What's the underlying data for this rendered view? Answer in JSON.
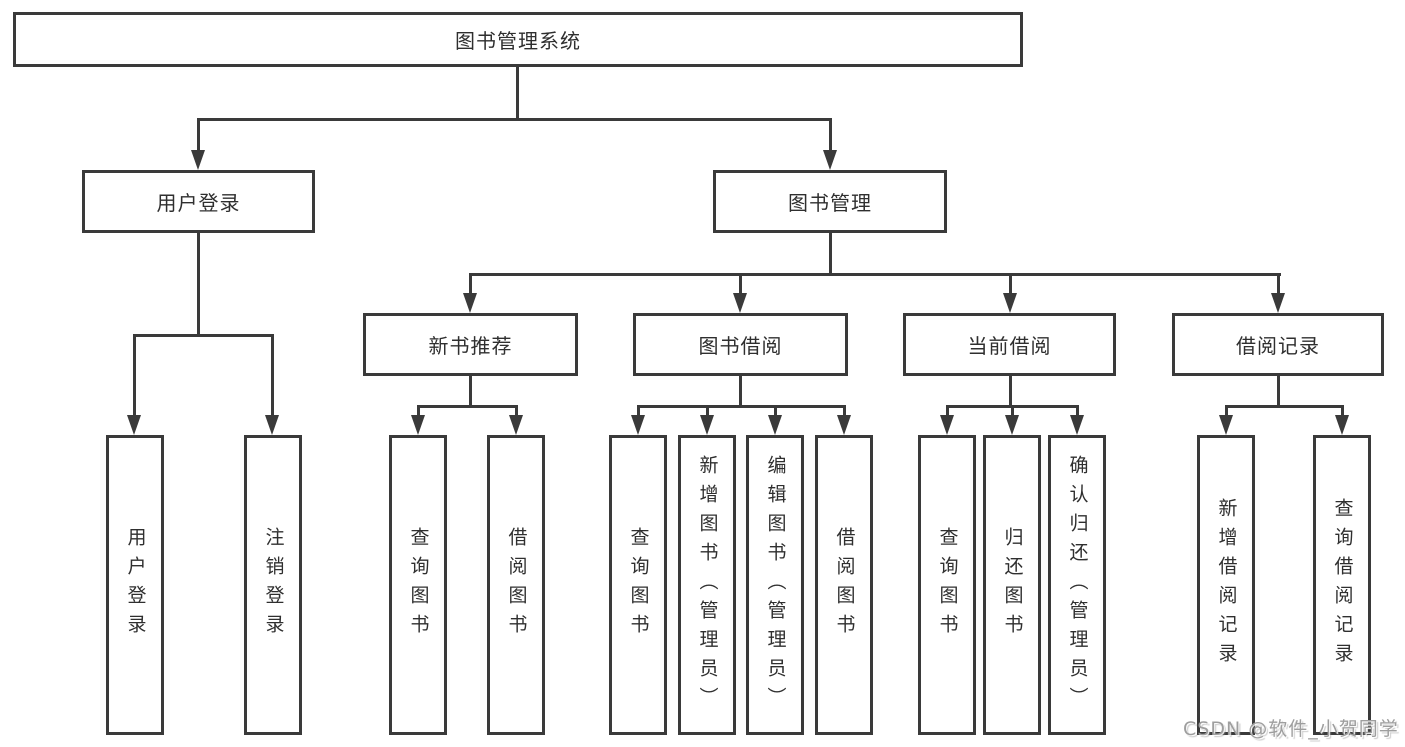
{
  "diagram": {
    "title": "图书管理系统",
    "root": {
      "label": "图书管理系统"
    },
    "branches": [
      {
        "label": "用户登录",
        "children": [
          {
            "label": "用户登录"
          },
          {
            "label": "注销登录"
          }
        ]
      },
      {
        "label": "图书管理",
        "children": [
          {
            "label": "新书推荐",
            "children": [
              {
                "label": "查询图书"
              },
              {
                "label": "借阅图书"
              }
            ]
          },
          {
            "label": "图书借阅",
            "children": [
              {
                "label": "查询图书"
              },
              {
                "label": "新增图书（管理员）"
              },
              {
                "label": "编辑图书（管理员）"
              },
              {
                "label": "借阅图书"
              }
            ]
          },
          {
            "label": "当前借阅",
            "children": [
              {
                "label": "查询图书"
              },
              {
                "label": "归还图书"
              },
              {
                "label": "确认归还（管理员）"
              }
            ]
          },
          {
            "label": "借阅记录",
            "children": [
              {
                "label": "新增借阅记录"
              },
              {
                "label": "查询借阅记录"
              }
            ]
          }
        ]
      }
    ],
    "watermark": {
      "text": "CSDN @软件_小贺同学"
    },
    "colors": {
      "line": "#3a3a3a",
      "text": "#2f2f2f",
      "watermark": "#9e9e9e",
      "background": "#ffffff"
    }
  }
}
